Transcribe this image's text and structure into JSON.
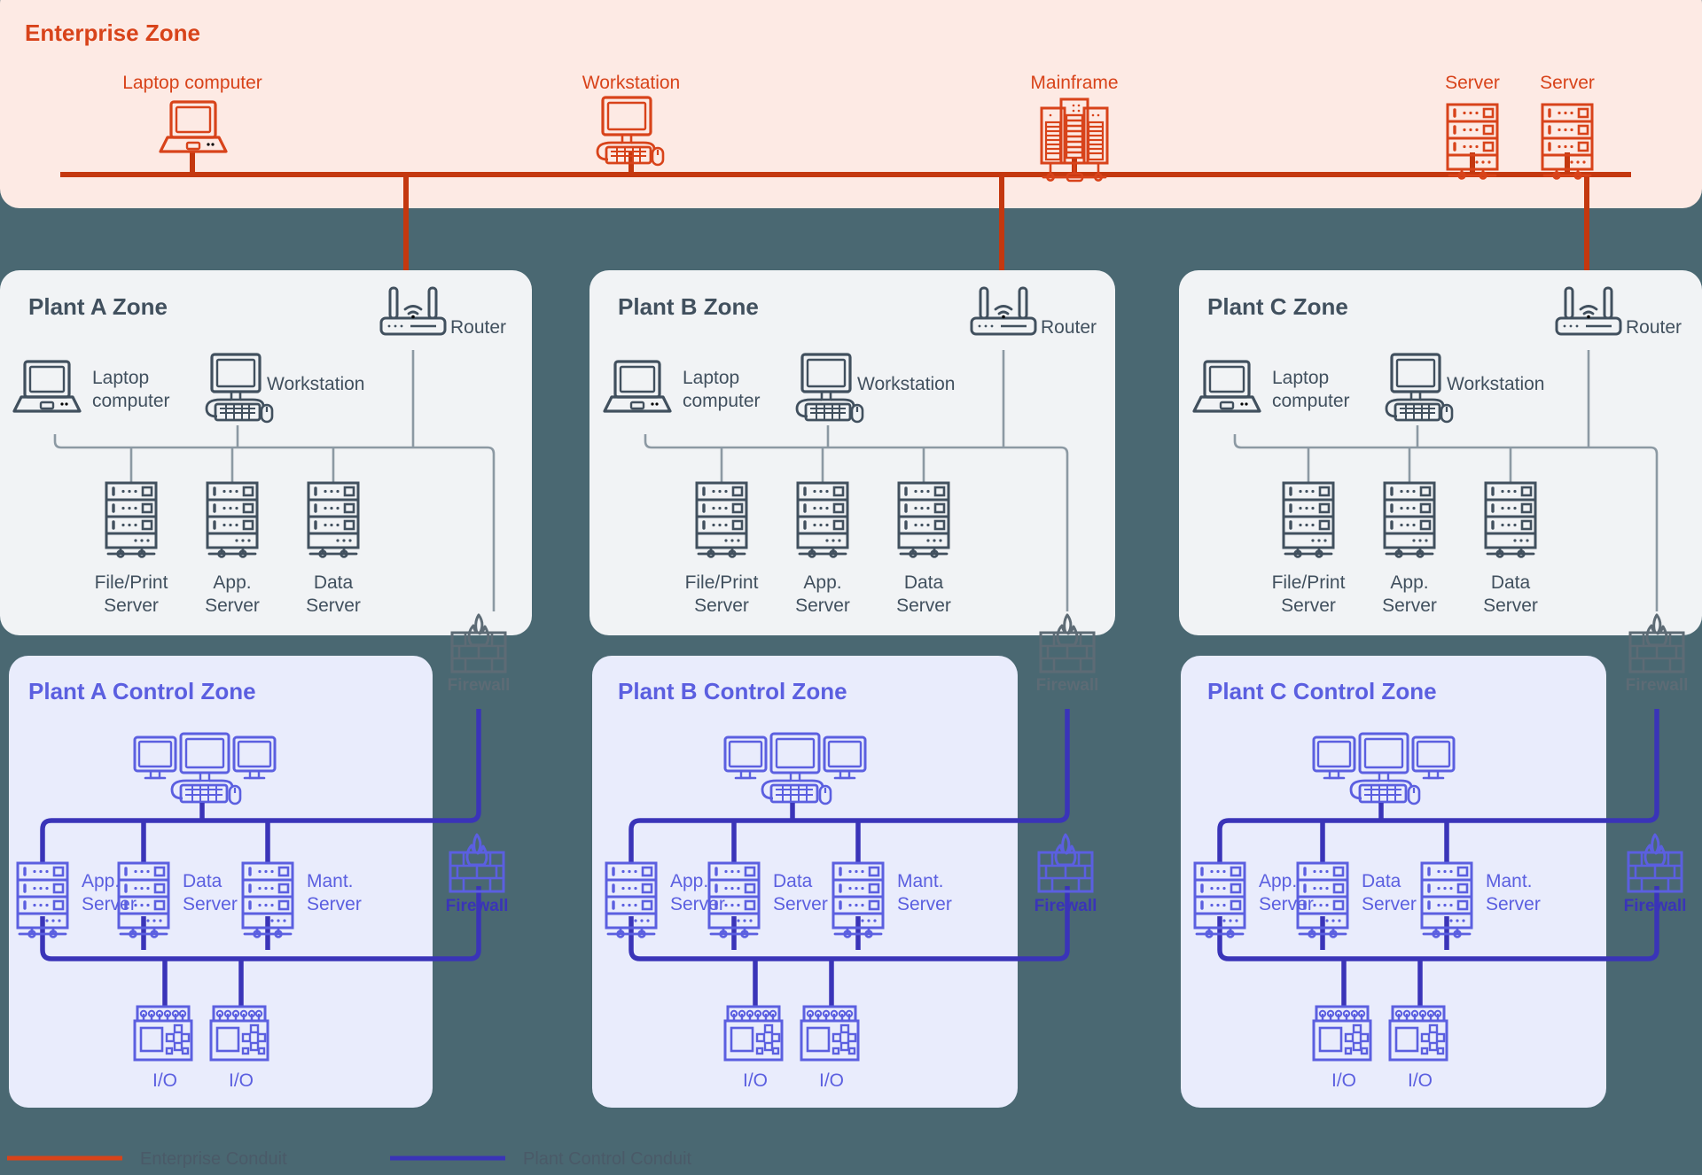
{
  "colors": {
    "page_background": "#4a6872",
    "enterprise_fill": "#fdeae4",
    "enterprise_accent": "#d8431a",
    "plant_fill": "#f1f3f5",
    "plant_accent": "#41505e",
    "control_fill": "#e9ecfc",
    "control_accent": "#5b5fe0",
    "control_conduit": "#3a34b8",
    "firewall_gray": "#5d6b75"
  },
  "enterprise_zone": {
    "title": "Enterprise Zone",
    "nodes": [
      {
        "label": "Laptop computer",
        "icon": "laptop-icon"
      },
      {
        "label": "Workstation",
        "icon": "workstation-icon"
      },
      {
        "label": "Mainframe",
        "icon": "mainframe-icon"
      },
      {
        "label": "Server",
        "icon": "server-icon"
      },
      {
        "label": "Server",
        "icon": "server-icon"
      }
    ]
  },
  "plant_zones": [
    {
      "title": "Plant A Zone",
      "router_label": "Router",
      "laptop_label_line1": "Laptop",
      "laptop_label_line2": "computer",
      "workstation_label": "Workstation",
      "servers": [
        {
          "line1": "File/Print",
          "line2": "Server"
        },
        {
          "line1": "App.",
          "line2": "Server"
        },
        {
          "line1": "Data",
          "line2": "Server"
        }
      ],
      "firewall_label": "Firewall"
    },
    {
      "title": "Plant B Zone",
      "router_label": "Router",
      "laptop_label_line1": "Laptop",
      "laptop_label_line2": "computer",
      "workstation_label": "Workstation",
      "servers": [
        {
          "line1": "File/Print",
          "line2": "Server"
        },
        {
          "line1": "App.",
          "line2": "Server"
        },
        {
          "line1": "Data",
          "line2": "Server"
        }
      ],
      "firewall_label": "Firewall"
    },
    {
      "title": "Plant C Zone",
      "router_label": "Router",
      "laptop_label_line1": "Laptop",
      "laptop_label_line2": "computer",
      "workstation_label": "Workstation",
      "servers": [
        {
          "line1": "File/Print",
          "line2": "Server"
        },
        {
          "line1": "App.",
          "line2": "Server"
        },
        {
          "line1": "Data",
          "line2": "Server"
        }
      ],
      "firewall_label": "Firewall"
    }
  ],
  "control_zones": [
    {
      "title": "Plant A Control Zone",
      "hmi_icon": "triple-monitor-workstation-icon",
      "servers": [
        {
          "line1": "App.",
          "line2": "Server"
        },
        {
          "line1": "Data",
          "line2": "Server"
        },
        {
          "line1": "Mant.",
          "line2": "Server"
        }
      ],
      "io_modules": [
        {
          "label": "I/O"
        },
        {
          "label": "I/O"
        }
      ],
      "firewall_label": "Firewall"
    },
    {
      "title": "Plant B Control Zone",
      "hmi_icon": "triple-monitor-workstation-icon",
      "servers": [
        {
          "line1": "App.",
          "line2": "Server"
        },
        {
          "line1": "Data",
          "line2": "Server"
        },
        {
          "line1": "Mant.",
          "line2": "Server"
        }
      ],
      "io_modules": [
        {
          "label": "I/O"
        },
        {
          "label": "I/O"
        }
      ],
      "firewall_label": "Firewall"
    },
    {
      "title": "Plant C Control Zone",
      "hmi_icon": "triple-monitor-workstation-icon",
      "servers": [
        {
          "line1": "App.",
          "line2": "Server"
        },
        {
          "line1": "Data",
          "line2": "Server"
        },
        {
          "line1": "Mant.",
          "line2": "Server"
        }
      ],
      "io_modules": [
        {
          "label": "I/O"
        },
        {
          "label": "I/O"
        }
      ],
      "firewall_label": "Firewall"
    }
  ],
  "legend": {
    "items": [
      {
        "label": "Enterprise Conduit",
        "color": "#d8431a"
      },
      {
        "label": "Plant Control Conduit",
        "color": "#3a34b8"
      }
    ]
  }
}
